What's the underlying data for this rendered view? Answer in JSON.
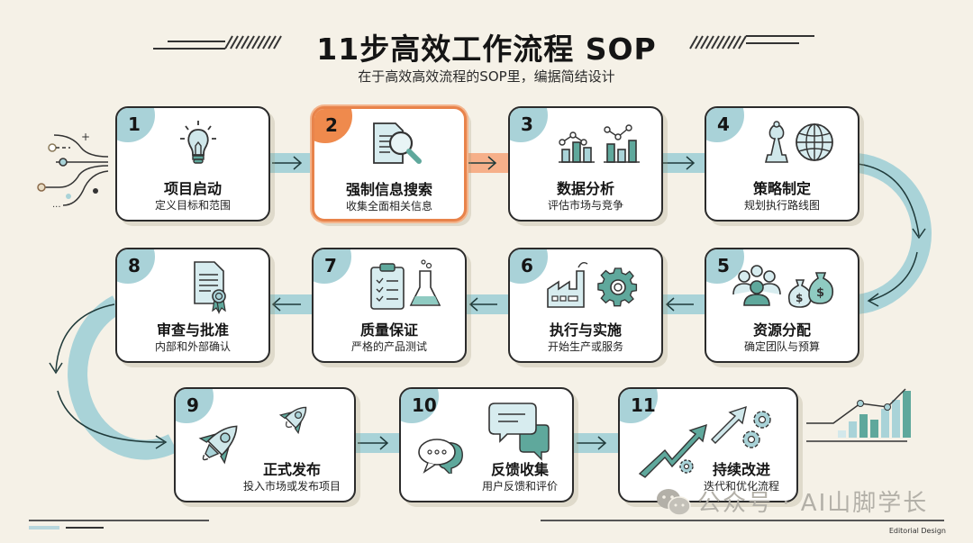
{
  "header": {
    "title": "11步高效工作流程 SOP",
    "subtitle": "在于高效高效流程的SOP里，编据简结设计"
  },
  "colors": {
    "background": "#f5f1e7",
    "teal_light": "#a9d3d8",
    "teal_dark": "#5fa89c",
    "orange_accent": "#e8834b",
    "border": "#2b2b2b"
  },
  "steps": [
    {
      "num": "1",
      "title": "项目启动",
      "desc": "定义目标和范围",
      "icon": "lightbulb-icon"
    },
    {
      "num": "2",
      "title": "强制信息搜索",
      "desc": "收集全面相关信息",
      "icon": "document-search-icon",
      "highlighted": true
    },
    {
      "num": "3",
      "title": "数据分析",
      "desc": "评估市场与竞争",
      "icon": "bar-chart-icon"
    },
    {
      "num": "4",
      "title": "策略制定",
      "desc": "规划执行路线图",
      "icon": "chess-globe-icon"
    },
    {
      "num": "5",
      "title": "资源分配",
      "desc": "确定团队与预算",
      "icon": "team-money-icon"
    },
    {
      "num": "6",
      "title": "执行与实施",
      "desc": "开始生产或服务",
      "icon": "factory-gear-icon"
    },
    {
      "num": "7",
      "title": "质量保证",
      "desc": "严格的产品测试",
      "icon": "clipboard-flask-icon"
    },
    {
      "num": "8",
      "title": "审查与批准",
      "desc": "内部和外部确认",
      "icon": "certificate-icon"
    },
    {
      "num": "9",
      "title": "正式发布",
      "desc": "投入市场或发布项目",
      "icon": "rocket-icon"
    },
    {
      "num": "10",
      "title": "反馈收集",
      "desc": "用户反馈和评价",
      "icon": "chat-bubbles-icon"
    },
    {
      "num": "11",
      "title": "持续改进",
      "desc": "迭代和优化流程",
      "icon": "growth-arrow-gears-icon"
    }
  ],
  "footer": {
    "watermark": "公众号 · AI山脚学长",
    "credit": "Editorial Design"
  }
}
